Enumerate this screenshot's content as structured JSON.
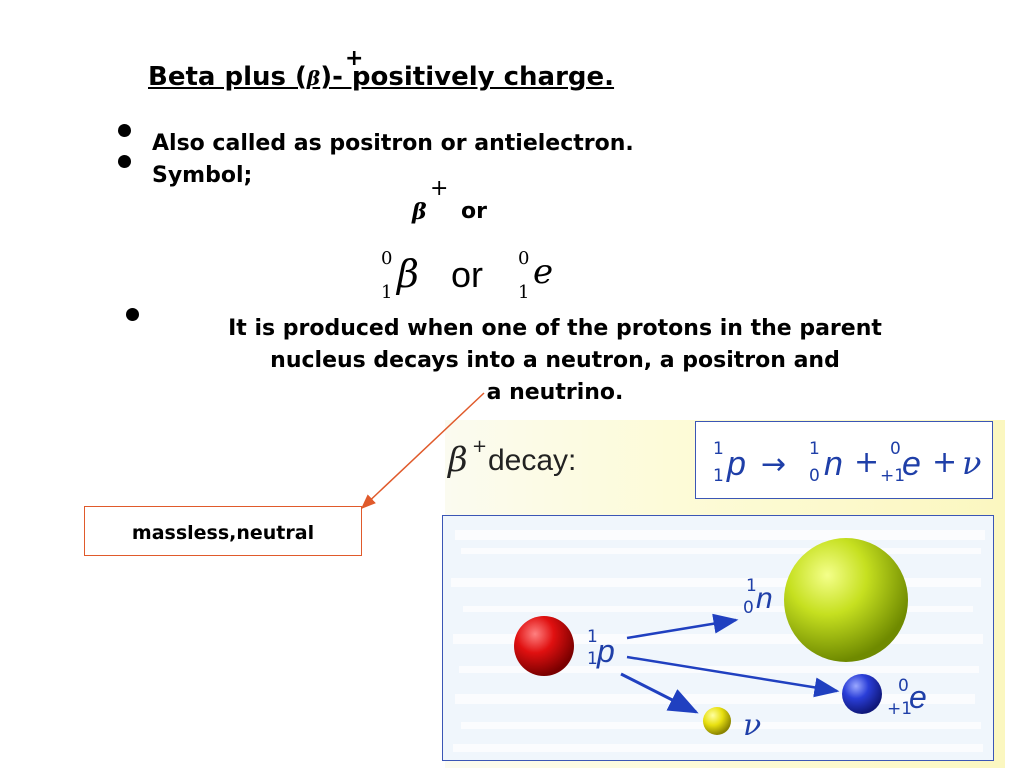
{
  "title": {
    "text": "Beta plus (",
    "beta": "β",
    "sup": "+",
    "rest": ")- positively charge."
  },
  "bullets": [
    "Also called as positron or antielectron.",
    "Symbol;"
  ],
  "symbol": {
    "beta": "β",
    "plus": "+",
    "or1": "or",
    "a_top": "0",
    "a_bottom": "1",
    "a_sym": "β",
    "or2": "or",
    "b_top": "0",
    "b_bottom": "1",
    "b_sym": "e"
  },
  "paragraph": {
    "line1": "It is produced when one of the protons in the parent",
    "line2": "nucleus decays into a neutron, a positron and",
    "line3": "a neutrino."
  },
  "callout": {
    "text": "massless,neutral"
  },
  "figure": {
    "label_beta": "β",
    "label_sup": "+",
    "label_text": "decay:",
    "equation": {
      "p_top": "1",
      "p_bottom": "1",
      "p": "p",
      "arrow": "→",
      "n_top": "1",
      "n_bottom": "0",
      "n": "n",
      "plus1": "+",
      "e_top": "0",
      "e_bottom": "+1",
      "e": "e",
      "plus2": "+",
      "nu": "ν"
    },
    "diagram": {
      "proton": {
        "top": "1",
        "bottom": "1",
        "sym": "p"
      },
      "neutron": {
        "top": "1",
        "bottom": "0",
        "sym": "n"
      },
      "positron": {
        "top": "0",
        "bottom": "+1",
        "sym": "e"
      },
      "neutrino": {
        "sym": "ν"
      }
    },
    "colors": {
      "proton": "#e01010",
      "neutron": "#c6e020",
      "positron": "#2a3ed8",
      "neutrino": "#e8e010",
      "arrow": "#2040c0",
      "border": "#3b56b5",
      "callout_border": "#e05a2b"
    }
  }
}
